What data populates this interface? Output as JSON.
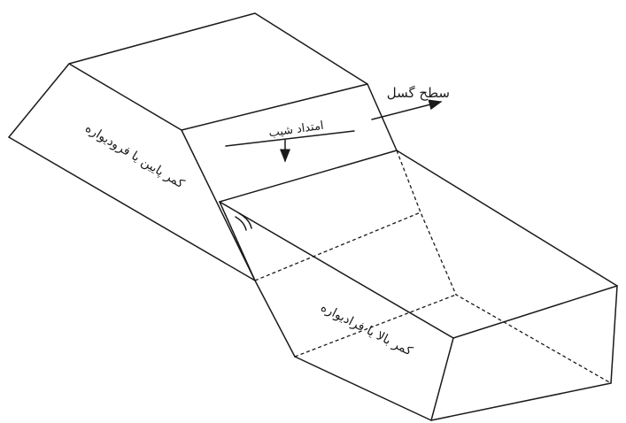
{
  "labels": {
    "fault_plane": "سطح گسل",
    "dip_direction": "امتداد شیب",
    "footwall": "کمر پایین یا فرودیواره",
    "hanging_wall": "کمر بالا یا فرادیواره"
  },
  "colors": {
    "stroke": "#1a1a1a",
    "background": "#ffffff"
  }
}
